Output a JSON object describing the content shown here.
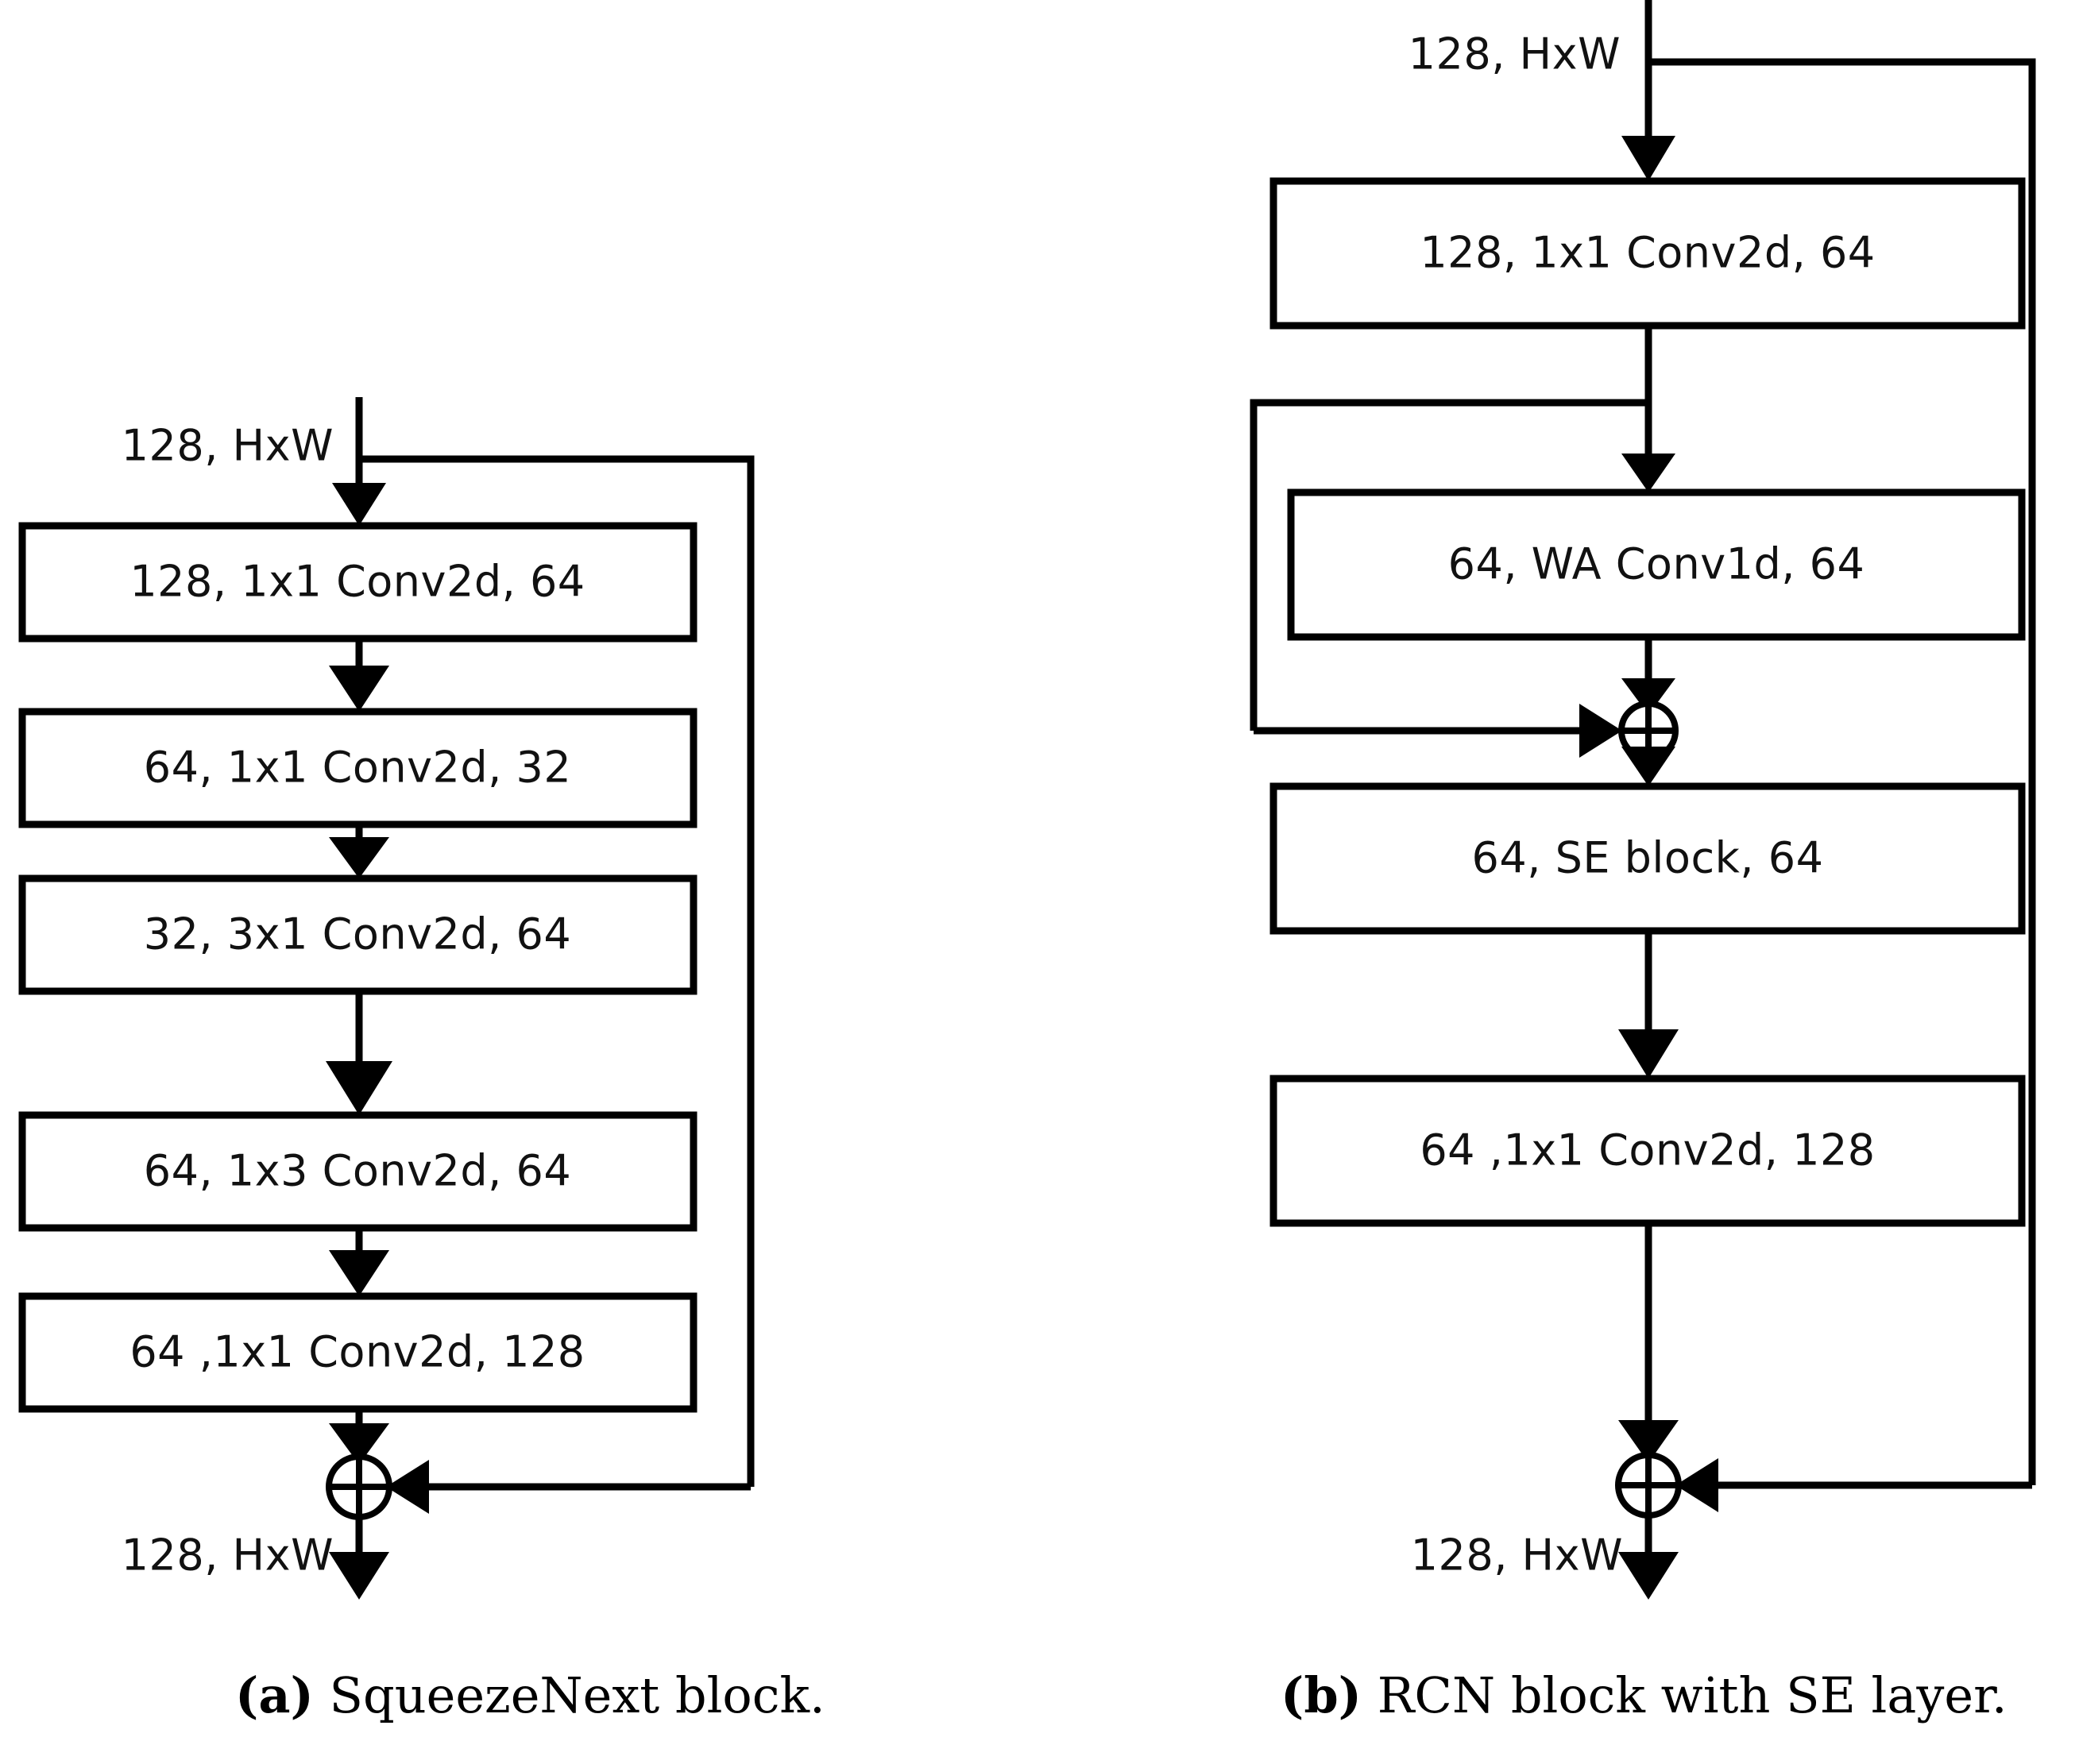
{
  "figure": {
    "panels": [
      {
        "id": "a",
        "caption_marker": "(a)",
        "caption_text": " SqueezeNext block.",
        "input_label": "128, HxW",
        "output_label": "128, HxW",
        "blocks": [
          {
            "label": "128, 1x1 Conv2d, 64"
          },
          {
            "label": "64, 1x1 Conv2d, 32"
          },
          {
            "label": "32, 3x1 Conv2d, 64"
          },
          {
            "label": "64, 1x3 Conv2d, 64"
          },
          {
            "label": "64 ,1x1 Conv2d, 128"
          }
        ],
        "adders": [
          {
            "symbol": "plus-circle"
          }
        ],
        "skip_connections": [
          {
            "from": "input",
            "to": "output-adder",
            "side": "right"
          }
        ]
      },
      {
        "id": "b",
        "caption_marker": "(b)",
        "caption_text": " RCN block with SE layer.",
        "input_label": "128, HxW",
        "output_label": "128, HxW",
        "blocks": [
          {
            "label": "128, 1x1 Conv2d, 64"
          },
          {
            "label": "64, WA Conv1d, 64"
          },
          {
            "label": "64, SE block, 64"
          },
          {
            "label": "64 ,1x1 Conv2d, 128"
          }
        ],
        "adders": [
          {
            "symbol": "plus-circle"
          },
          {
            "symbol": "plus-circle"
          }
        ],
        "skip_connections": [
          {
            "from": "after-conv1",
            "to": "inner-adder",
            "side": "left"
          },
          {
            "from": "input",
            "to": "output-adder",
            "side": "right"
          }
        ]
      }
    ],
    "colors": {
      "stroke": "#000000",
      "box_fill": "#ffffff",
      "background": "#ffffff",
      "text": "#111111"
    }
  }
}
